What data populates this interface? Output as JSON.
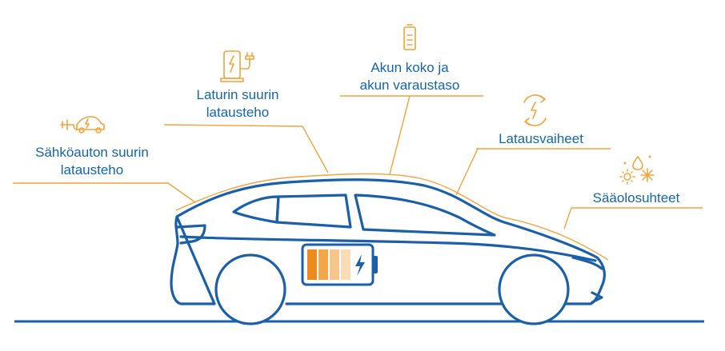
{
  "labels": {
    "car_max_power": [
      "Sähköauton suurin",
      "latausteho"
    ],
    "charger_max_power": [
      "Laturin suurin",
      "latausteho"
    ],
    "battery_size": [
      "Akun koko ja",
      "akun varaustaso"
    ],
    "charging_phases": [
      "Latausvaiheet"
    ],
    "weather": [
      "Sääolosuhteet"
    ]
  },
  "icons": {
    "car_max_power": "ev-car-plug-icon",
    "charger_max_power": "charging-station-icon",
    "battery_size": "battery-icon",
    "charging_phases": "charging-cycle-icon",
    "weather": "weather-icon"
  },
  "battery_level": 0.8,
  "colors": {
    "blue": "#1565a8",
    "orange": "#f2a33a",
    "cell_dark": "#ec8b1f",
    "cell_mid": "#f3a74a",
    "cell_light": "#f8c58a",
    "cell_lightest": "#fbdcb7"
  }
}
